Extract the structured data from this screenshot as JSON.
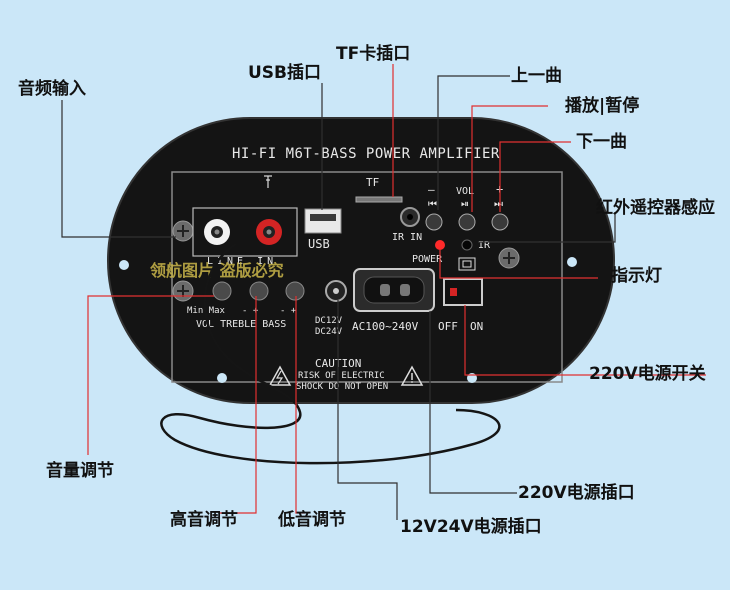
{
  "callouts": {
    "audio_input": "音频输入",
    "usb_port": "USB插口",
    "tf_slot": "TF卡插口",
    "prev_track": "上一曲",
    "play_pause": "播放|暂停",
    "next_track": "下一曲",
    "ir_sensor": "红外遥控器感应",
    "indicator_light": "指示灯",
    "switch_220v": "220V电源开关",
    "volume_adjust": "音量调节",
    "ac_socket_220v": "220V电源插口",
    "treble_adjust": "高音调节",
    "bass_adjust": "低音调节",
    "dc_socket_12v24v": "12V24V电源插口"
  },
  "panel": {
    "title": "HI-FI M6T-BASS POWER AMPLIFIER",
    "tf_label": "TF",
    "usb_label": "USB",
    "ir_in_label": "IR IN",
    "ir_label": "IR",
    "power_label": "POWER",
    "vol_label": "VOL",
    "prev_symbol": "—",
    "next_symbol": "+",
    "prev_icon": "⏮",
    "play_icon": "⏯",
    "next_icon": "⏭",
    "line_in_label": "LINE IN",
    "vol_minmax": "Min   Max",
    "knob_labels": "VOL  TREBLE BASS",
    "treble_signs": "-   +",
    "bass_signs": "-   +",
    "dc_label_1": "DC12V",
    "dc_label_2": "DC24V",
    "ac_label": "AC100~240V",
    "off_label": "OFF",
    "on_label": "ON",
    "caution_title": "CAUTION",
    "caution_line1": "RISK OF ELECTRIC",
    "caution_line2": "SHOCK DO NOT OPEN"
  },
  "watermark": "领航图片 盗版必究",
  "colors": {
    "background": "#cbe7f8",
    "panel": "#141414",
    "leader_line": "#e03030",
    "leader_line_dark": "#202020",
    "led": "#ff2a2a",
    "watermark": "#c9b54a"
  }
}
